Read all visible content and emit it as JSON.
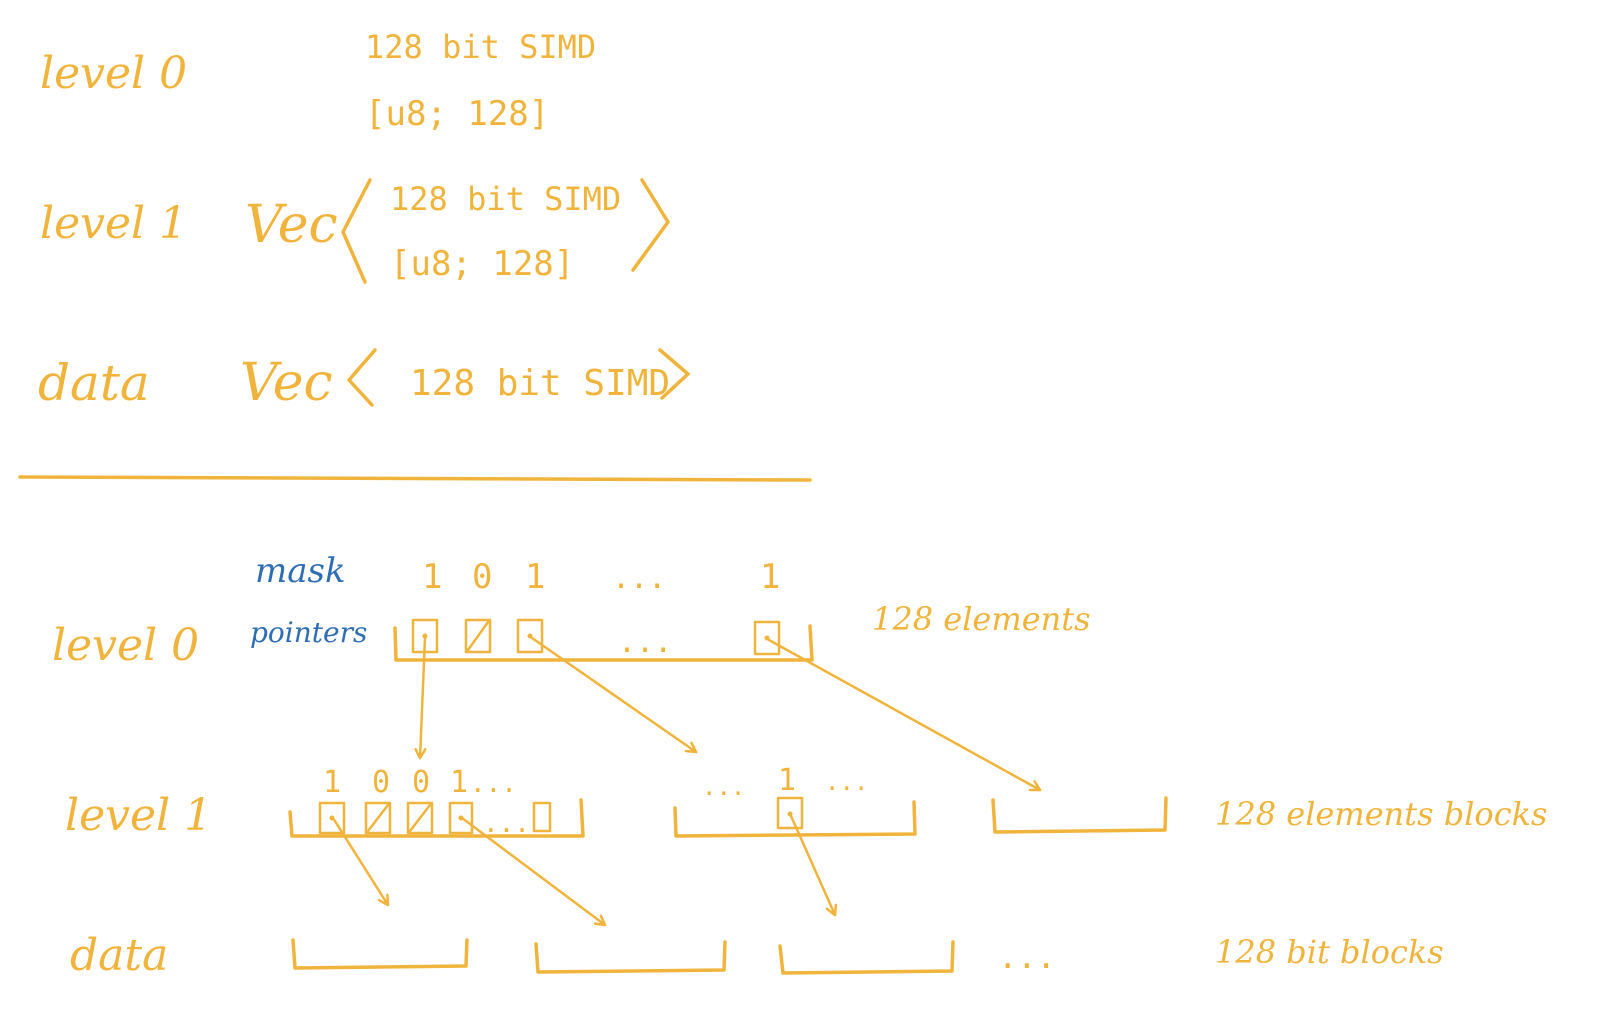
{
  "colors": {
    "ink": "#f0b43c",
    "accent": "#2f6db5",
    "background": "#ffffff"
  },
  "top": {
    "level0": {
      "label": "level 0",
      "line1": "128 bit SIMD",
      "line2": "[u8; 128]"
    },
    "level1": {
      "label": "level 1",
      "prefix": "Vec",
      "line1": "128 bit SIMD",
      "line2": "[u8; 128]"
    },
    "data": {
      "label": "data",
      "prefix": "Vec",
      "content": "128 bit SIMD"
    }
  },
  "bottom": {
    "level0": {
      "label": "level 0",
      "mask_label": "mask",
      "pointers_label": "pointers",
      "mask_bits": [
        "1",
        "0",
        "1",
        "...",
        "1"
      ],
      "ellipsis": "...",
      "note": "128 elements"
    },
    "level1": {
      "label": "level 1",
      "block1_bits": [
        "1",
        "0",
        "0",
        "1",
        "..."
      ],
      "block2_ellipsis_left": "...",
      "block2_bit": "1",
      "block2_ellipsis_right": "...",
      "inner_ellipsis": "...",
      "note": "128 elements blocks"
    },
    "data": {
      "label": "data",
      "ellipsis": "...",
      "note": "128 bit blocks"
    }
  }
}
